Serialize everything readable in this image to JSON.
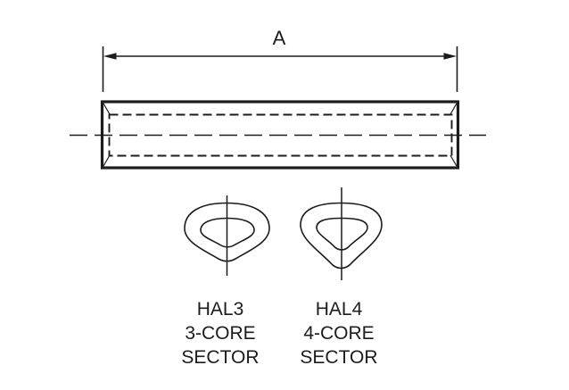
{
  "labels": {
    "dimension": "A",
    "hal3": {
      "model": "HAL3",
      "cores": "3-CORE",
      "type": "SECTOR"
    },
    "hal4": {
      "model": "HAL4",
      "cores": "4-CORE",
      "type": "SECTOR"
    }
  },
  "colors": {
    "background": "#ffffff",
    "line": "#1c1c1c",
    "text": "#1c1c1c"
  }
}
